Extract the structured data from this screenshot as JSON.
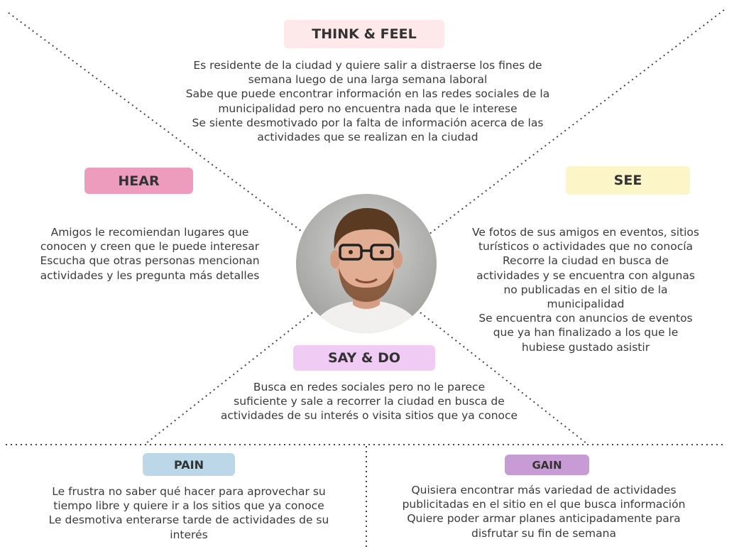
{
  "think_feel": {
    "title": "THINK & FEEL",
    "lines": [
      "Es residente de la ciudad y quiere salir a distraerse los fines de",
      "semana luego de una larga semana laboral",
      "Sabe que puede encontrar información en las redes sociales de la",
      "municipalidad pero no encuentra nada que le interese",
      "Se siente desmotivado por la falta de información acerca de las",
      "actividades que se realizan en la ciudad"
    ],
    "color": "#fde8ea"
  },
  "hear": {
    "title": "HEAR",
    "lines": [
      "Amigos le recomiendan lugares que",
      "conocen y creen que le puede interesar",
      "Escucha que otras personas mencionan",
      "actividades y les pregunta más detalles"
    ],
    "color": "#ee9cbe"
  },
  "see": {
    "title": "SEE",
    "lines": [
      "Ve fotos de sus amigos en eventos, sitios",
      "turísticos o actividades que no conocía",
      "Recorre la ciudad en busca de",
      "actividades y se encuentra con algunas",
      "no publicadas en el sitio de la",
      "municipalidad",
      "Se encuentra con anuncios de eventos",
      "que ya han finalizado a los que le",
      "hubiese gustado asistir"
    ],
    "color": "#fcf5c8"
  },
  "say_do": {
    "title": "SAY & DO",
    "lines": [
      "Busca en redes sociales pero no le parece",
      "suficiente y sale a recorrer la ciudad en busca de",
      "actividades de su interés o visita sitios que ya conoce"
    ],
    "color": "#f0ccf5"
  },
  "pain": {
    "title": "PAIN",
    "lines": [
      "Le frustra no saber qué hacer para aprovechar su",
      "tiempo libre y quiere ir a los sitios que ya conoce",
      "Le desmotiva enterarse tarde de actividades de su",
      "interés"
    ],
    "color": "#bcd8e8"
  },
  "gain": {
    "title": "GAIN",
    "lines": [
      "Quisiera encontrar más variedad de actividades",
      "publicitadas en el sitio en el que busca información",
      "Quiere poder armar planes anticipadamente para",
      "disfrutar su fin de semana"
    ],
    "color": "#c79bd3"
  }
}
